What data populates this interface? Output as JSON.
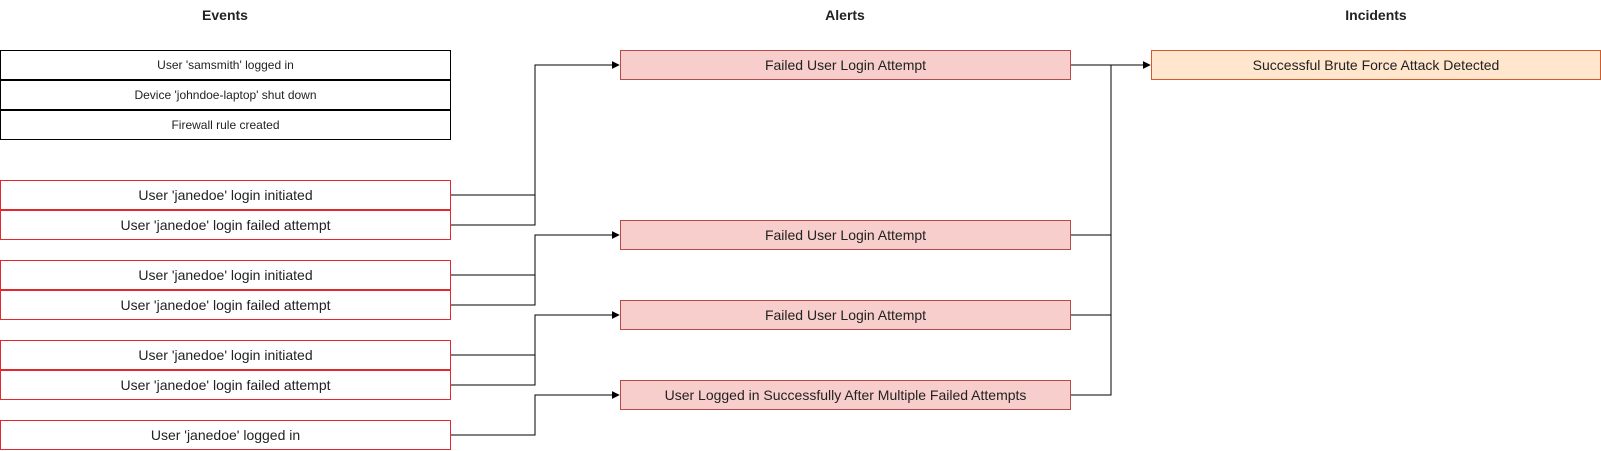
{
  "headers": {
    "events": "Events",
    "alerts": "Alerts",
    "incidents": "Incidents"
  },
  "events": {
    "neutral": [
      "User 'samsmith' logged in",
      "Device 'johndoe-laptop' shut down",
      "Firewall rule created"
    ],
    "flagged": [
      "User 'janedoe' login initiated",
      "User 'janedoe' login failed attempt",
      "User 'janedoe' login initiated",
      "User 'janedoe' login failed attempt",
      "User 'janedoe' login initiated",
      "User 'janedoe' login failed attempt",
      "User 'janedoe' logged in"
    ]
  },
  "alerts": [
    "Failed User Login Attempt",
    "Failed User Login Attempt",
    "Failed User Login Attempt",
    "User Logged in Successfully After Multiple Failed Attempts"
  ],
  "incidents": [
    "Successful Brute Force Attack Detected"
  ],
  "colors": {
    "alert_fill": "#f8cecc",
    "incident_fill": "#ffe6cc",
    "event_red_border": "#e0292f"
  }
}
